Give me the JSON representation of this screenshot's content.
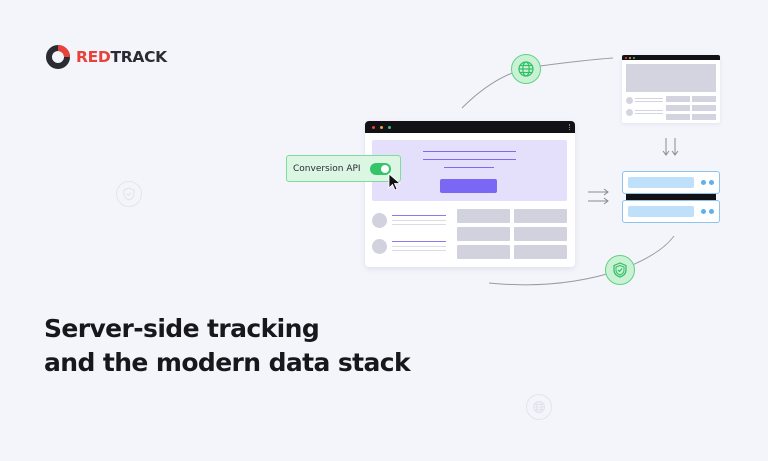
{
  "brand": {
    "name_red": "RED",
    "name_dark": "TRACK",
    "colors": {
      "red": "#e8433a",
      "dark": "#2b2b33"
    }
  },
  "headline": {
    "line1": "Server-side tracking",
    "line2": "and the modern data stack"
  },
  "illustration": {
    "conversion_chip": {
      "label": "Conversion API",
      "toggle_state": "on",
      "toggle_color": "#35c46a"
    },
    "icons": [
      "globe-icon",
      "shield-check-icon",
      "cursor-icon",
      "server-icon",
      "browser-window-icon"
    ],
    "colors": {
      "accent_purple": "#7a68f5",
      "hero_bg": "#e4e0fc",
      "green_badge": "#c9f2d5",
      "server_blue": "#8cc4ee",
      "background": "#f4f4fb"
    }
  }
}
